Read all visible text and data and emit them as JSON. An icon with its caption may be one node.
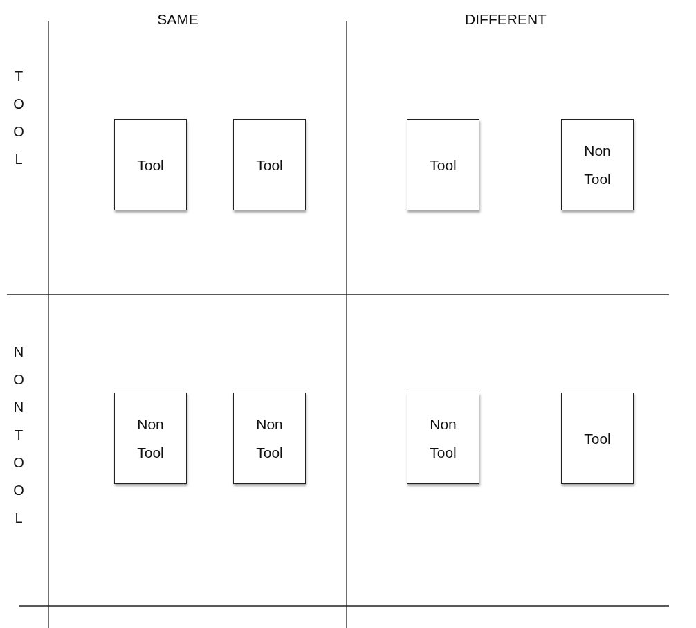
{
  "diagram": {
    "nodes": [
      {
        "text": [
          "Tool"
        ]
      },
      {
        "text": [
          "Tool"
        ]
      },
      {
        "text": [
          "Tool"
        ]
      },
      {
        "text": [
          "Non Tool"
        ]
      },
      {
        "text": [
          "Non Tool"
        ]
      },
      {
        "text": [
          "Non Tool"
        ]
      },
      {
        "text": [
          "Non Tool"
        ]
      },
      {
        "text": [
          "Tool"
        ]
      }
    ],
    "labels": [
      "SAME",
      "DIFFERENT",
      "TOOL",
      "NON TOOL"
    ]
  }
}
